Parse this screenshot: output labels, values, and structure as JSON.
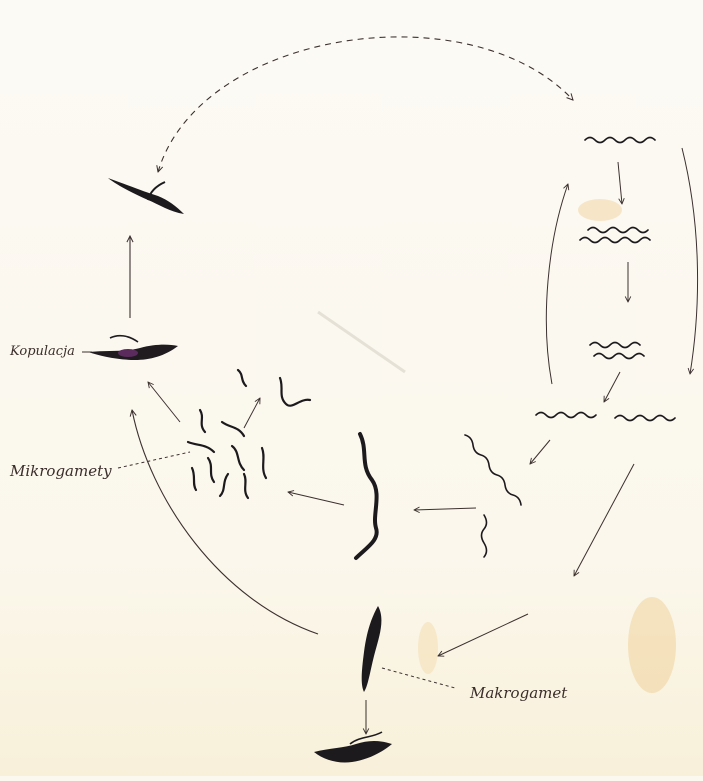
{
  "labels": {
    "kopulacja": "Kopulacja",
    "mikrogamety": "Mikrogamety",
    "makrogamet": "Makrogamet"
  }
}
